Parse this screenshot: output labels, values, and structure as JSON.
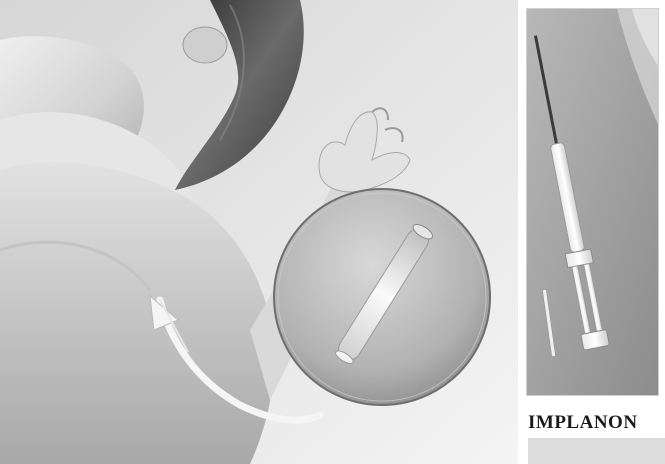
{
  "caption": {
    "text": "IMPLANON"
  },
  "colors": {
    "background": "#ffffff",
    "caption_text": "#1a1a1a",
    "skin_light": "#e4e4e4",
    "skin_mid": "#b9b9b9",
    "hair": "#4a4a4a",
    "lens": "#a9a9a9",
    "rod": "#f3f3f3",
    "panel_bg": "#9d9d9d"
  },
  "illustration": {
    "main_scene": "woman-arm-with-magnified-implant",
    "inset_scene": "implanon-applicator-and-rod"
  }
}
